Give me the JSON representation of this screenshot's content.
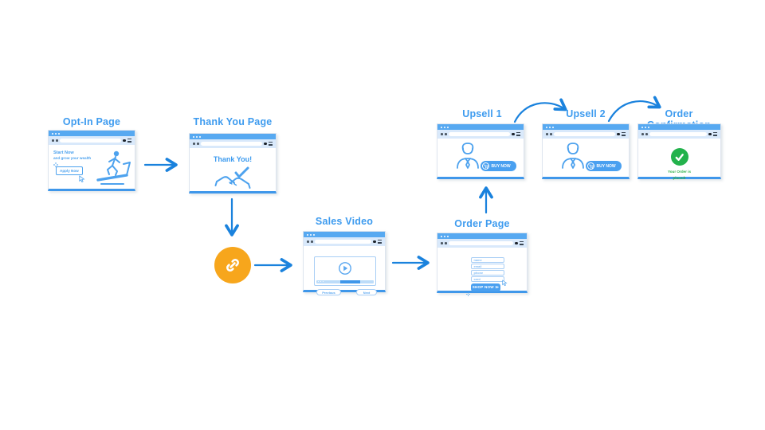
{
  "page": {
    "background": "#ffffff"
  },
  "colors": {
    "title_blue": "#3d9bef",
    "arrow_blue": "#1a82dd",
    "chrome_blue": "#57a9f1",
    "toolbar_blue": "#d9e9fb",
    "illustration_blue": "#4da2ee",
    "button_blue": "#4aa0f0",
    "link_orange": "#f7a61c",
    "success_green": "#23b24c"
  },
  "nodes": {
    "opt_in": {
      "title": "Opt-In Page",
      "headline": "Start Now",
      "subheadline": "and grow your wealth",
      "cta": "Apply Now"
    },
    "thank_you": {
      "title": "Thank You Page",
      "message": "Thank You!"
    },
    "sales_video": {
      "title": "Sales Video",
      "prev_label": "Previous",
      "next_label": "Next"
    },
    "order_page": {
      "title": "Order Page",
      "fields": [
        "name",
        "email",
        "phone",
        "card"
      ],
      "cta": "SHOP NOW ≫"
    },
    "upsell_1": {
      "title": "Upsell 1",
      "cta": "BUY NOW"
    },
    "upsell_2": {
      "title": "Upsell 2",
      "cta": "BUY NOW"
    },
    "order_confirmation": {
      "title": "Order Confirmation",
      "message": "Your Order is placed!"
    }
  },
  "icons": {
    "link": "link-chain",
    "play": "play-triangle",
    "cart": "shopping-cart",
    "check": "checkmark",
    "handshake": "handshake-with-check",
    "runner": "runner-on-treadmill",
    "person": "man-with-tie",
    "cursor": "mouse-pointer",
    "menu": "hamburger-menu"
  }
}
